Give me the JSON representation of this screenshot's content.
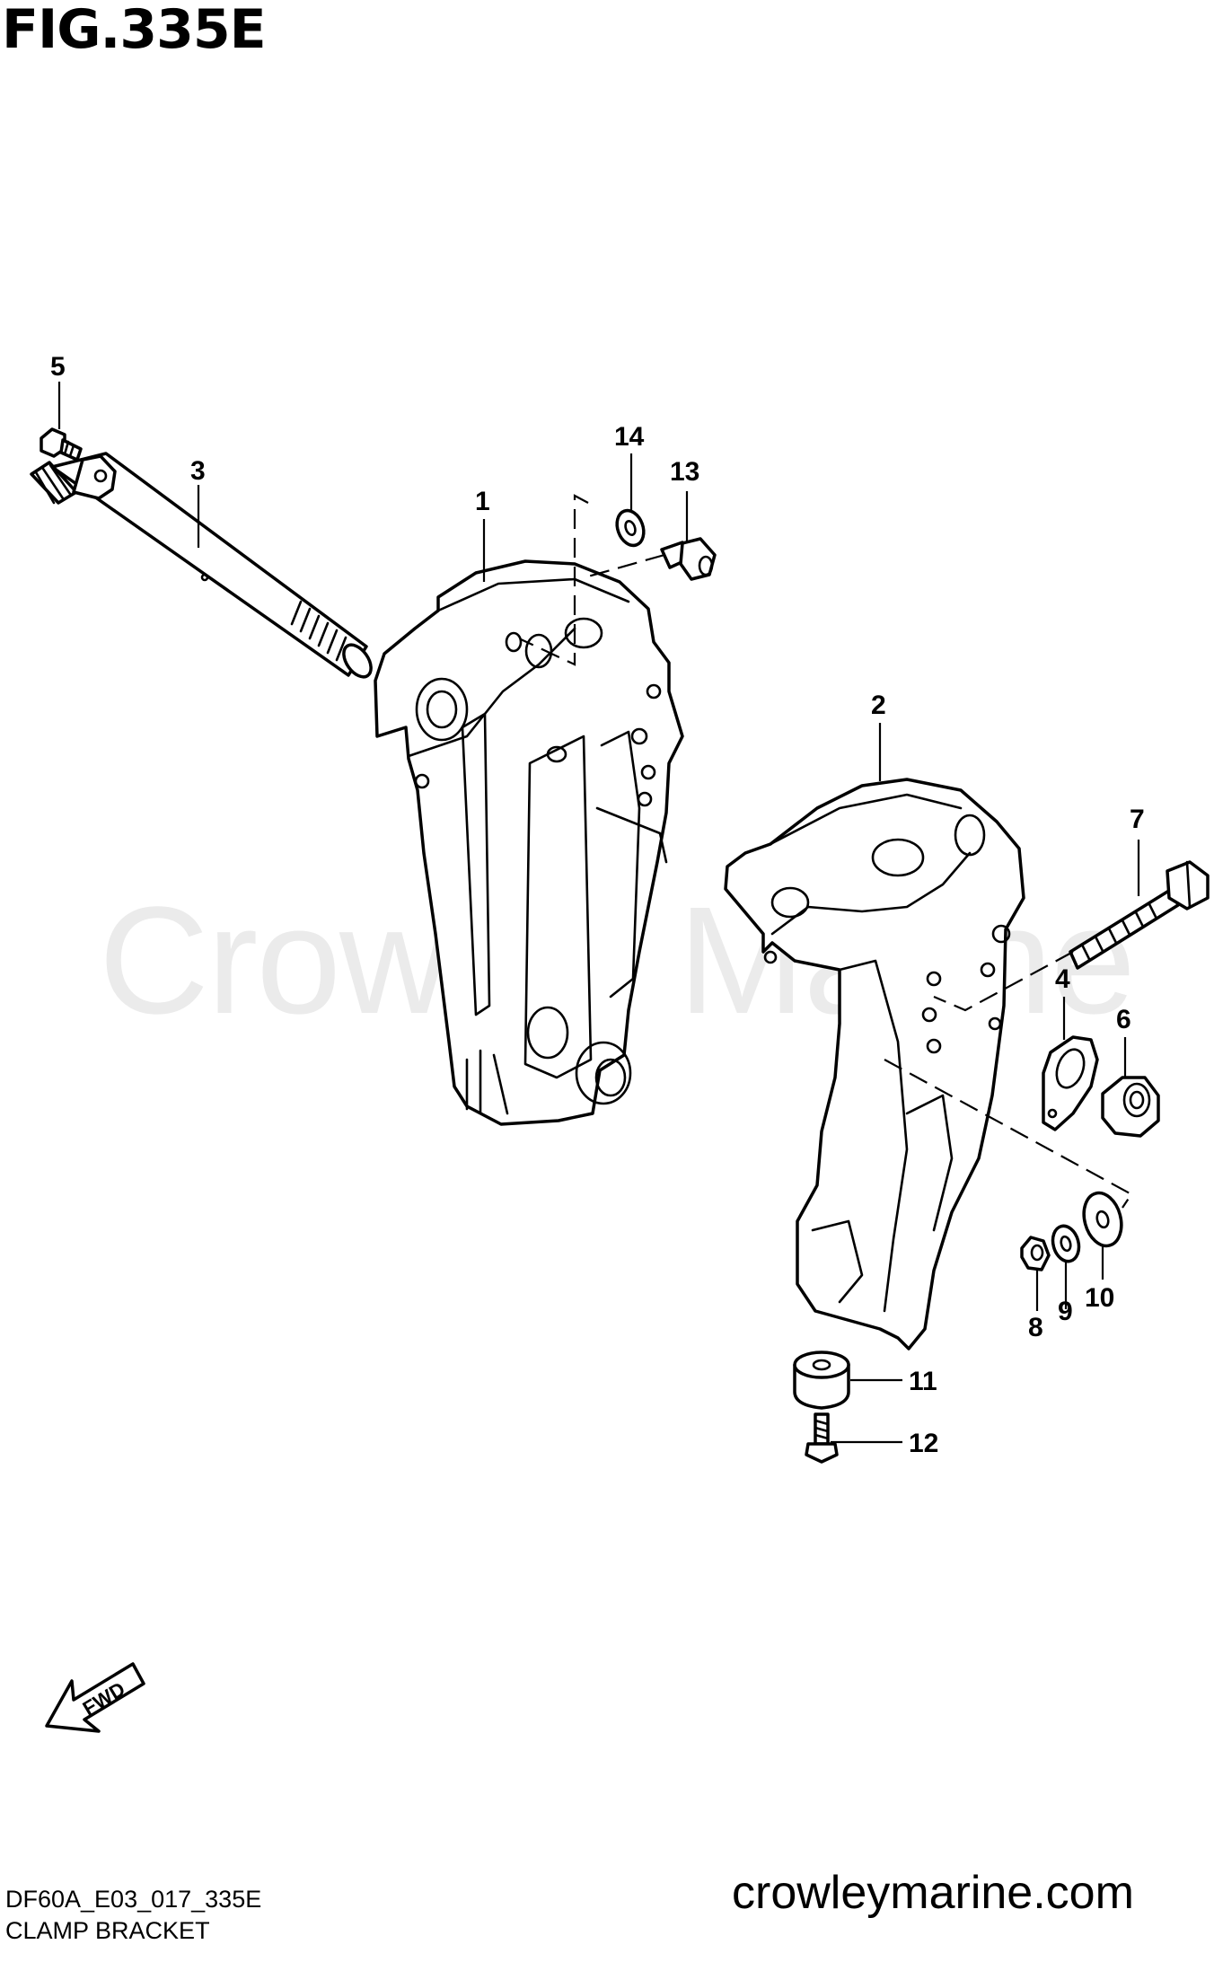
{
  "figure": {
    "title": "FIG.335E",
    "watermark": "Crowley Marine",
    "website": "crowleymarine.com",
    "diagram_code": "DF60A_E03_017_335E",
    "caption": "CLAMP BRACKET",
    "fwd_label": "FWD"
  },
  "callouts": {
    "c1": "1",
    "c2": "2",
    "c3": "3",
    "c4": "4",
    "c5": "5",
    "c6": "6",
    "c7": "7",
    "c8": "8",
    "c9": "9",
    "c10": "10",
    "c11": "11",
    "c12": "12",
    "c13": "13",
    "c14": "14"
  },
  "parts": [
    {
      "ref": "1",
      "name": "clamp-bracket-starboard"
    },
    {
      "ref": "2",
      "name": "clamp-bracket-port"
    },
    {
      "ref": "3",
      "name": "tilt-shaft"
    },
    {
      "ref": "4",
      "name": "washer-plate"
    },
    {
      "ref": "5",
      "name": "bolt"
    },
    {
      "ref": "6",
      "name": "nut"
    },
    {
      "ref": "7",
      "name": "bolt"
    },
    {
      "ref": "8",
      "name": "nut"
    },
    {
      "ref": "9",
      "name": "washer"
    },
    {
      "ref": "10",
      "name": "washer"
    },
    {
      "ref": "11",
      "name": "stopper"
    },
    {
      "ref": "12",
      "name": "bolt"
    },
    {
      "ref": "13",
      "name": "bolt"
    },
    {
      "ref": "14",
      "name": "washer"
    }
  ]
}
